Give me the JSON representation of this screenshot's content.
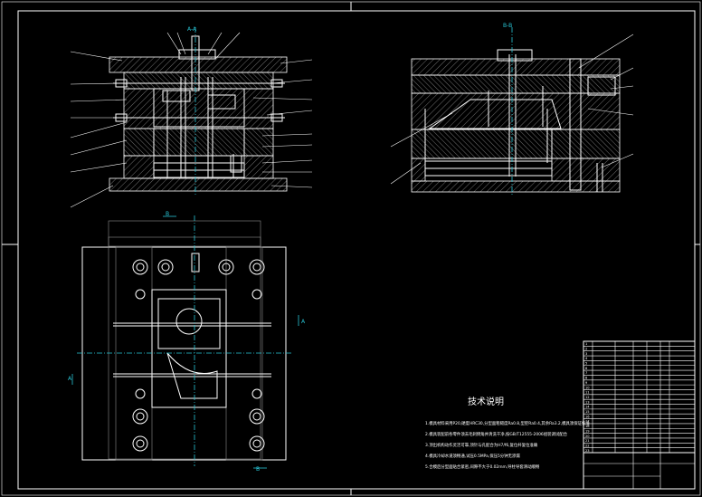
{
  "views": {
    "section_a_label": "A-A",
    "section_b_label": "B-B",
    "plan_marks": [
      "B",
      "A",
      "A",
      "B"
    ]
  },
  "tech_notes": {
    "title": "技术说明",
    "items": [
      "1.模具材料采用P20,硬度HRC30,分型面粗糙度Ra0.8,型腔Ra0.4,其余Ra3.2,模具须保证标准",
      "2.模具装配前各零件须去毛刺倒角并清洗干净,按GB/T12555-2006组装调试配合",
      "3.顶出机构动作灵活可靠,顶针与孔配合为H7/f6,复位杆复位准确",
      "4.模具冷却水道须畅通,试压0.5MPa,保压5分钟无渗漏",
      "5.合模后分型面贴合紧密,间隙不大于0.02mm,导柱导套滑动顺畅"
    ]
  },
  "title_block": {
    "rows": [
      "1",
      "2",
      "3",
      "4",
      "5",
      "6",
      "7",
      "8",
      "9",
      "10",
      "11",
      "12",
      "13",
      "14",
      "15",
      "16",
      "17",
      "18",
      "19",
      "20",
      "21",
      "22",
      "23"
    ]
  }
}
